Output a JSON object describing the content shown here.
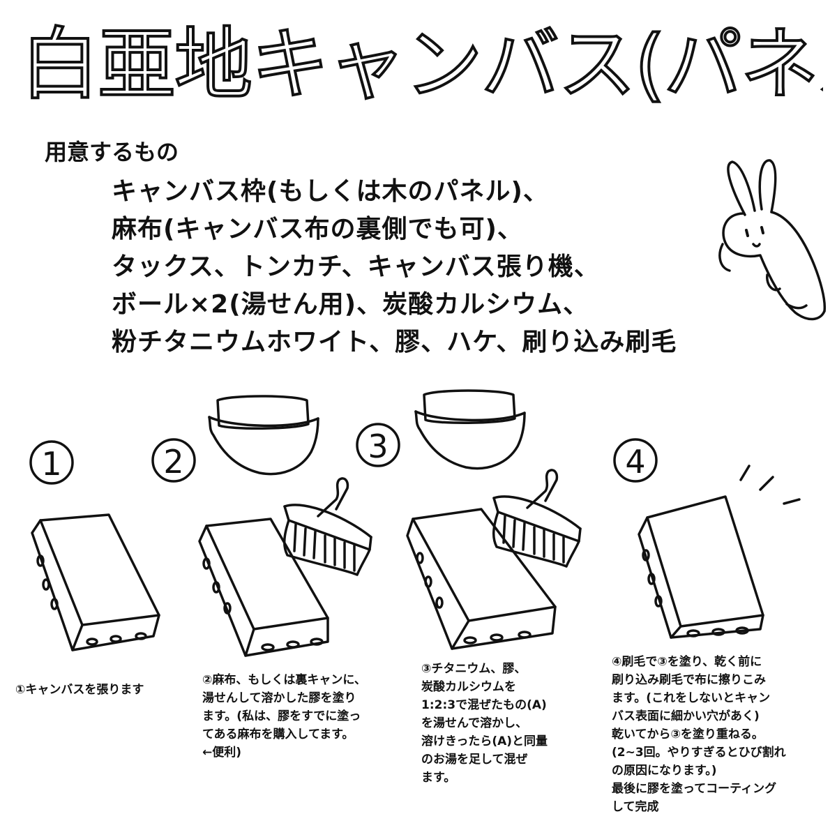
{
  "title": "白亜地キャンバス(パネル)の作り方",
  "prep": {
    "heading": "用意するもの",
    "lines": [
      "キャンバス枠(もしくは木のパネル)、",
      "麻布(キャンバス布の裏側でも可)、",
      "タックス、トンカチ、キャンバス張り機、",
      "ボール×2(湯せん用)、炭酸カルシウム、",
      "粉チタニウムホワイト、膠、ハケ、刷り込み刷毛"
    ]
  },
  "steps": [
    {
      "number": "1",
      "text": "①キャンバスを張ります"
    },
    {
      "number": "2",
      "text": "②麻布、もしくは裏キャンに、\n湯せんして溶かした膠を塗り\nます。(私は、膠をすでに塗っ\nてある麻布を購入してます。\n←便利)"
    },
    {
      "number": "3",
      "text": "③チタニウム、膠、\n炭酸カルシウムを\n1:2:3で混ぜたもの(A)\nを湯せんで溶かし、\n溶けきったら(A)と同量\nのお湯を足して混ぜ\nます。"
    },
    {
      "number": "4",
      "text": "④刷毛で③を塗り、乾く前に\n刷り込み刷毛で布に擦りこみ\nます。(これをしないとキャン\nバス表面に細かい穴があく)\n乾いてから③を塗り重ねる。\n(2~3回。やりすぎるとひび割れ\nの原因になります。)\n最後に膠を塗ってコーティング\nして完成"
    }
  ],
  "icons": [
    "rabbit-icon",
    "bowl-icon",
    "brush-icon",
    "canvas-icon",
    "sparkle-icon"
  ]
}
